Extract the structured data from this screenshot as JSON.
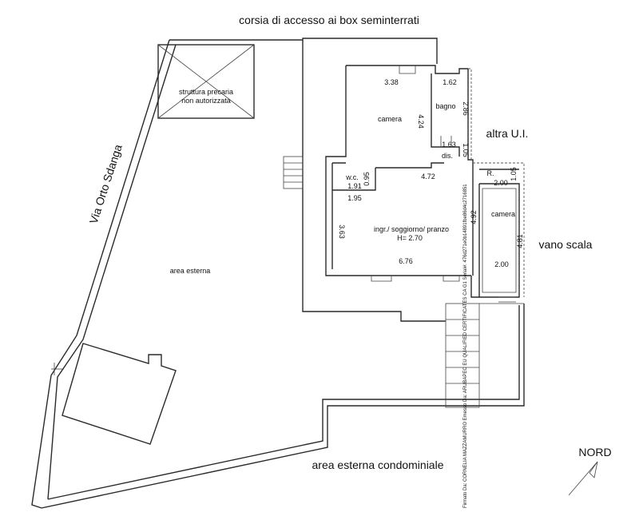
{
  "labels": {
    "top_access": "corsia di accesso ai box seminterrati",
    "street": "Via Orto Sdanga",
    "precarious_line1": "struttura precaria",
    "precarious_line2": "non autorizzata",
    "external_area": "area esterna",
    "camera_1": "camera",
    "bagno": "bagno",
    "dis": "dis.",
    "wc": "w.c.",
    "living_line1": "ingr./ soggiorno/ pranzo",
    "living_line2": "H= 2.70",
    "r": "R.",
    "camera_2": "camera",
    "altra_ui": "altra U.I.",
    "vano_scala": "vano scala",
    "condominial_area": "area esterna condominiale",
    "north": "NORD",
    "signature": "Firmato Da: CORNELIA MAZZAMURRO Emesso Da: ARUBAPEC EU QUALIFIED CERTIFICATES CA G1 Serial#: 476d271e0b14891fbe86d4c2716851"
  },
  "dimensions": {
    "d_338": "3.38",
    "d_162": "1.62",
    "d_286": "2.86",
    "d_424": "4.24",
    "d_163": "1.63",
    "d_105a": "1.05",
    "d_095": "0.95",
    "d_472": "4.72",
    "d_191": "1.91",
    "d_195": "1.95",
    "d_363": "3.63",
    "d_676": "6.76",
    "d_200a": "2.00",
    "d_105b": "1.05",
    "d_492": "4.92",
    "d_481": "4.81",
    "d_200b": "2.00"
  }
}
